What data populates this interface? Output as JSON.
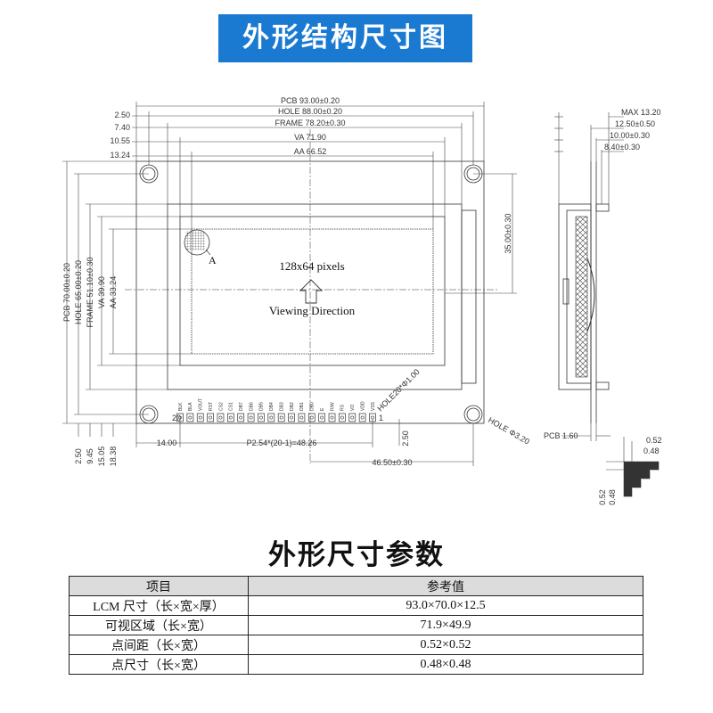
{
  "banner": {
    "title": "外形结构尺寸图"
  },
  "drawing": {
    "top_dims": {
      "pcb": "PCB 93.00±0.20",
      "hole": "HOLE 88.00±0.20",
      "frame": "FRAME 78.20±0.30",
      "va": "VA 71.90",
      "aa": "AA 66.52"
    },
    "left_offsets": [
      "2.50",
      "7.40",
      "10.55",
      "13.24"
    ],
    "vertical_dims": {
      "pcb": "PCB 70.00±0.20",
      "hole": "HOLE 65.00±0.20",
      "frame": "FRAME 51.10±0.30",
      "va": "VA 39.90",
      "aa": "AA 33.24"
    },
    "right_dim": "35.00±0.30",
    "display_label": "128x64 pixels",
    "viewing_direction": "Viewing Direction",
    "marker_a": "A",
    "pins": [
      "BLK",
      "BLA",
      "VOUT",
      "RST",
      "CS2",
      "CS1",
      "DB7",
      "DB6",
      "DB5",
      "DB4",
      "DB3",
      "DB2",
      "DB1",
      "DB0",
      "E",
      "R/W",
      "RS",
      "VO",
      "VDD",
      "VSS"
    ],
    "pin_first": "20",
    "pin_last": "1",
    "hole_pins": "HOLE20*Φ1.00",
    "hole_mount": "HOLE Φ3.20",
    "bottom_offsets": [
      "2.50",
      "9.45",
      "15.05",
      "18.38"
    ],
    "dim_14": "14.00",
    "pitch": "P2.54*(20-1)=48.26",
    "dim_250b": "2.50",
    "dim_4650": "46.50±0.30",
    "side": {
      "max": "MAX 13.20",
      "d1250": "12.50±0.50",
      "d1000": "10.00±0.30",
      "d840": "8.40±0.30",
      "pcb": "PCB 1.60"
    },
    "dot_dims": {
      "pitch": "0.52",
      "size": "0.48"
    }
  },
  "section_title": "外形尺寸参数",
  "table": {
    "headers": [
      "项目",
      "参考值"
    ],
    "rows": [
      {
        "item": "LCM 尺寸（长×宽×厚）",
        "value": "93.0×70.0×12.5"
      },
      {
        "item": "可视区域（长×宽）",
        "value": "71.9×49.9"
      },
      {
        "item": "点间距（长×宽）",
        "value": "0.52×0.52"
      },
      {
        "item": "点尺寸（长×宽）",
        "value": "0.48×0.48"
      }
    ]
  }
}
